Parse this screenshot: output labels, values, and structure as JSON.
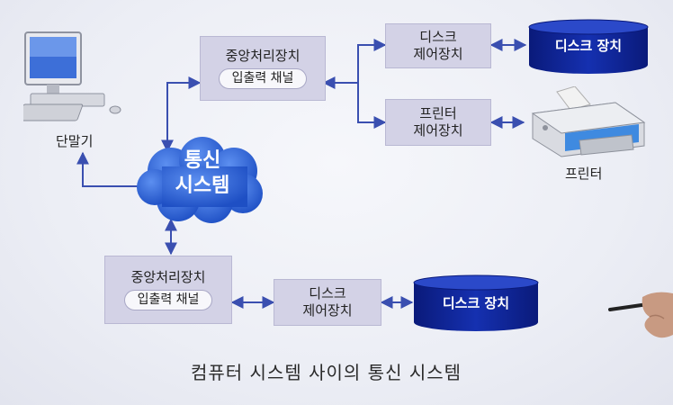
{
  "terminal": {
    "label": "단말기"
  },
  "cloud": {
    "line1": "통신",
    "line2": "시스템"
  },
  "top_cpu": {
    "title": "중앙처리장치",
    "channel": "입출력 채널"
  },
  "bottom_cpu": {
    "title": "중앙처리장치",
    "channel": "입출력 채널"
  },
  "disk_ctrl_top": {
    "line1": "디스크",
    "line2": "제어장치"
  },
  "printer_ctrl": {
    "line1": "프린터",
    "line2": "제어장치"
  },
  "disk_ctrl_bottom": {
    "line1": "디스크",
    "line2": "제어장치"
  },
  "disk_top": {
    "label": "디스크 장치"
  },
  "disk_bottom": {
    "label": "디스크 장치"
  },
  "printer": {
    "label": "프린터"
  },
  "caption": "컴퓨터 시스템 사이의 통신 시스템",
  "colors": {
    "box": "#d3d2e6",
    "arrow": "#3a4fb0",
    "cylinder": "#0a1f8c",
    "cloud": "#2f66d8"
  }
}
